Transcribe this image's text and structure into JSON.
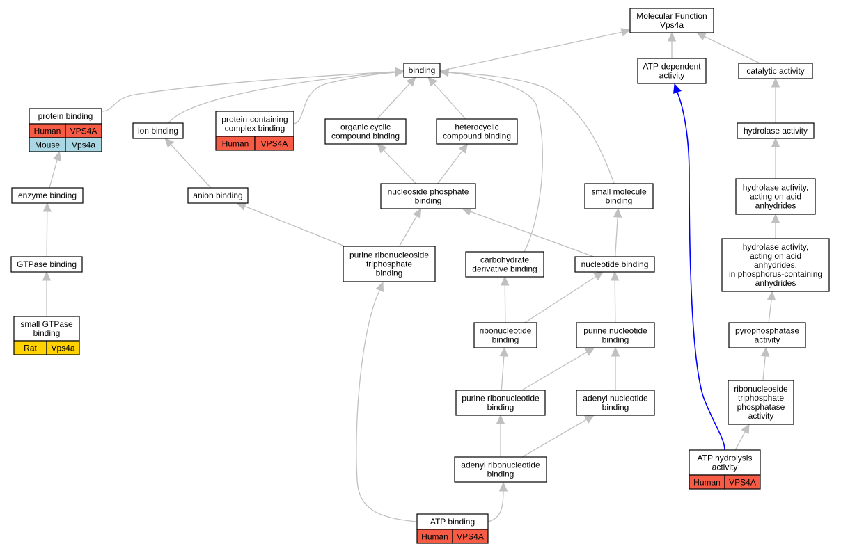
{
  "colors": {
    "node_fill": "#ffffff",
    "node_border": "#000000",
    "edge": "#c0c0c0",
    "highlight_edge": "#0000ff",
    "human": "#f65b46",
    "mouse": "#a9d7e3",
    "rat": "#ffd200"
  },
  "nodes": [
    {
      "id": "mf",
      "lines": [
        "Molecular Function",
        "Vps4a"
      ]
    },
    {
      "id": "binding",
      "lines": [
        "binding"
      ]
    },
    {
      "id": "atp_dependent",
      "lines": [
        "ATP-dependent",
        "activity"
      ]
    },
    {
      "id": "catalytic",
      "lines": [
        "catalytic activity"
      ]
    },
    {
      "id": "protein_binding",
      "lines": [
        "protein binding"
      ],
      "annotations": [
        {
          "species": "Human",
          "gene": "VPS4A",
          "color_key": "human"
        },
        {
          "species": "Mouse",
          "gene": "Vps4a",
          "color_key": "mouse"
        }
      ]
    },
    {
      "id": "ion_binding",
      "lines": [
        "ion binding"
      ]
    },
    {
      "id": "protein_complex",
      "lines": [
        "protein-containing",
        "complex binding"
      ],
      "annotations": [
        {
          "species": "Human",
          "gene": "VPS4A",
          "color_key": "human"
        }
      ]
    },
    {
      "id": "organic_cyclic",
      "lines": [
        "organic cyclic",
        "compound binding"
      ]
    },
    {
      "id": "heterocyclic",
      "lines": [
        "heterocyclic",
        "compound binding"
      ]
    },
    {
      "id": "hydrolase",
      "lines": [
        "hydrolase activity"
      ]
    },
    {
      "id": "enzyme_binding",
      "lines": [
        "enzyme binding"
      ]
    },
    {
      "id": "anion_binding",
      "lines": [
        "anion binding"
      ]
    },
    {
      "id": "nucleoside_phosphate",
      "lines": [
        "nucleoside phosphate",
        "binding"
      ]
    },
    {
      "id": "small_molecule",
      "lines": [
        "small molecule",
        "binding"
      ]
    },
    {
      "id": "hydrolase_acid",
      "lines": [
        "hydrolase activity,",
        "acting on acid",
        "anhydrides"
      ]
    },
    {
      "id": "hydrolase_phosphorus",
      "lines": [
        "hydrolase activity,",
        "acting on acid",
        "anhydrides,",
        "in phosphorus-containing",
        "anhydrides"
      ]
    },
    {
      "id": "gtpase_binding",
      "lines": [
        "GTPase binding"
      ]
    },
    {
      "id": "purine_ribonucleoside_tp",
      "lines": [
        "purine ribonucleoside",
        "triphosphate",
        "binding"
      ]
    },
    {
      "id": "carbohydrate_derivative",
      "lines": [
        "carbohydrate",
        "derivative binding"
      ]
    },
    {
      "id": "nucleotide_binding",
      "lines": [
        "nucleotide binding"
      ]
    },
    {
      "id": "pyrophosphatase",
      "lines": [
        "pyrophosphatase",
        "activity"
      ]
    },
    {
      "id": "small_gtpase",
      "lines": [
        "small GTPase",
        "binding"
      ],
      "annotations": [
        {
          "species": "Rat",
          "gene": "Vps4a",
          "color_key": "rat"
        }
      ]
    },
    {
      "id": "ribonucleotide",
      "lines": [
        "ribonucleotide",
        "binding"
      ]
    },
    {
      "id": "purine_nucleotide",
      "lines": [
        "purine nucleotide",
        "binding"
      ]
    },
    {
      "id": "ribonucleoside_tp_phosphatase",
      "lines": [
        "ribonucleoside",
        "triphosphate",
        "phosphatase",
        "activity"
      ]
    },
    {
      "id": "purine_ribonucleotide",
      "lines": [
        "purine ribonucleotide",
        "binding"
      ]
    },
    {
      "id": "adenyl_nucleotide",
      "lines": [
        "adenyl nucleotide",
        "binding"
      ]
    },
    {
      "id": "atp_hydrolysis",
      "lines": [
        "ATP hydrolysis",
        "activity"
      ],
      "annotations": [
        {
          "species": "Human",
          "gene": "VPS4A",
          "color_key": "human"
        }
      ]
    },
    {
      "id": "adenyl_ribonucleotide",
      "lines": [
        "adenyl ribonucleotide",
        "binding"
      ]
    },
    {
      "id": "atp_binding",
      "lines": [
        "ATP binding"
      ],
      "annotations": [
        {
          "species": "Human",
          "gene": "VPS4A",
          "color_key": "human"
        }
      ]
    }
  ],
  "edges": [
    {
      "from": "binding",
      "to": "mf"
    },
    {
      "from": "atp_dependent",
      "to": "mf"
    },
    {
      "from": "catalytic",
      "to": "mf"
    },
    {
      "from": "protein_binding",
      "to": "binding"
    },
    {
      "from": "ion_binding",
      "to": "binding"
    },
    {
      "from": "protein_complex",
      "to": "binding"
    },
    {
      "from": "organic_cyclic",
      "to": "binding"
    },
    {
      "from": "heterocyclic",
      "to": "binding"
    },
    {
      "from": "carbohydrate_derivative",
      "to": "binding"
    },
    {
      "from": "small_molecule",
      "to": "binding"
    },
    {
      "from": "hydrolase",
      "to": "catalytic"
    },
    {
      "from": "enzyme_binding",
      "to": "protein_binding"
    },
    {
      "from": "anion_binding",
      "to": "ion_binding"
    },
    {
      "from": "nucleoside_phosphate",
      "to": "organic_cyclic"
    },
    {
      "from": "nucleoside_phosphate",
      "to": "heterocyclic"
    },
    {
      "from": "hydrolase_acid",
      "to": "hydrolase"
    },
    {
      "from": "hydrolase_phosphorus",
      "to": "hydrolase_acid"
    },
    {
      "from": "gtpase_binding",
      "to": "enzyme_binding"
    },
    {
      "from": "purine_ribonucleoside_tp",
      "to": "anion_binding"
    },
    {
      "from": "purine_ribonucleoside_tp",
      "to": "nucleoside_phosphate"
    },
    {
      "from": "nucleotide_binding",
      "to": "nucleoside_phosphate"
    },
    {
      "from": "nucleotide_binding",
      "to": "small_molecule"
    },
    {
      "from": "pyrophosphatase",
      "to": "hydrolase_phosphorus"
    },
    {
      "from": "small_gtpase",
      "to": "gtpase_binding"
    },
    {
      "from": "ribonucleotide",
      "to": "carbohydrate_derivative"
    },
    {
      "from": "ribonucleotide",
      "to": "nucleotide_binding"
    },
    {
      "from": "purine_nucleotide",
      "to": "nucleotide_binding"
    },
    {
      "from": "ribonucleoside_tp_phosphatase",
      "to": "pyrophosphatase"
    },
    {
      "from": "purine_ribonucleotide",
      "to": "ribonucleotide"
    },
    {
      "from": "purine_ribonucleotide",
      "to": "purine_nucleotide"
    },
    {
      "from": "adenyl_nucleotide",
      "to": "purine_nucleotide"
    },
    {
      "from": "atp_hydrolysis",
      "to": "ribonucleoside_tp_phosphatase"
    },
    {
      "from": "atp_hydrolysis",
      "to": "atp_dependent",
      "highlight": true
    },
    {
      "from": "adenyl_ribonucleotide",
      "to": "purine_ribonucleotide"
    },
    {
      "from": "adenyl_ribonucleotide",
      "to": "adenyl_nucleotide"
    },
    {
      "from": "atp_binding",
      "to": "purine_ribonucleoside_tp"
    },
    {
      "from": "atp_binding",
      "to": "adenyl_ribonucleotide"
    }
  ]
}
